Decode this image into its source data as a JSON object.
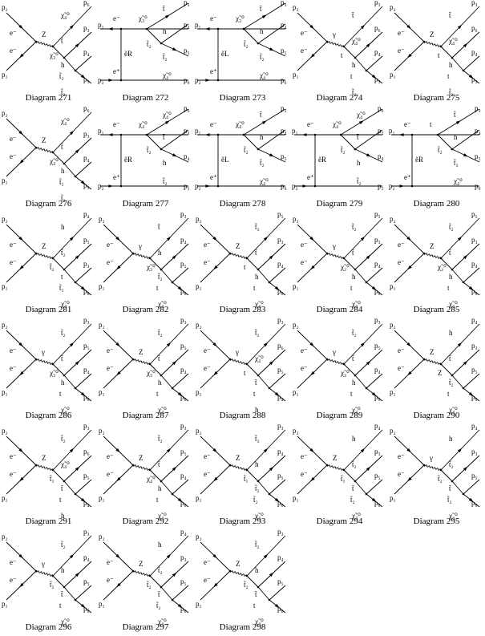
{
  "diagrams": [
    {
      "caption": "Diagram 271",
      "type": "s",
      "boson": "Z",
      "left": [
        "e⁻",
        "e⁻"
      ],
      "ext": [
        "p₁",
        "p₂"
      ],
      "outs": [
        {
          "p": "p₆",
          "part": "χ̃₄⁰"
        },
        {
          "p": "p₃",
          "part": "t̄"
        },
        {
          "p": "p₄",
          "part": "h"
        },
        {
          "p": "p₅",
          "part": "t̃₂"
        }
      ],
      "internal": [
        "χ̃₃⁰",
        "t̃₂"
      ]
    },
    {
      "caption": "Diagram 272",
      "type": "t",
      "prop": "ẽR",
      "left": [
        "e⁻",
        "e⁺"
      ],
      "ext": [
        "p₁",
        "p₂"
      ],
      "outs": [
        {
          "p": "p₃",
          "part": "t̄"
        },
        {
          "p": "p₄",
          "part": "h"
        },
        {
          "p": "p₅",
          "part": "t̃₂"
        },
        {
          "p": "p₆",
          "part": "χ̃₄⁰"
        }
      ],
      "internal": [
        "χ̃₃⁰",
        "t̃₂"
      ]
    },
    {
      "caption": "Diagram 273",
      "type": "t",
      "prop": "ẽL",
      "left": [
        "e⁻",
        "e⁺"
      ],
      "ext": [
        "p₁",
        "p₂"
      ],
      "outs": [
        {
          "p": "p₃",
          "part": "t̄"
        },
        {
          "p": "p₄",
          "part": "h"
        },
        {
          "p": "p₅",
          "part": "t̃₂"
        },
        {
          "p": "p₆",
          "part": "χ̃₄⁰"
        }
      ],
      "internal": [
        "χ̃₃⁰",
        "t̃₂"
      ]
    },
    {
      "caption": "Diagram 274",
      "type": "s",
      "boson": "γ",
      "left": [
        "e⁻",
        "e⁻"
      ],
      "ext": [
        "p₁",
        "p₂"
      ],
      "outs": [
        {
          "p": "p₃",
          "part": "t̄"
        },
        {
          "p": "p₆",
          "part": "χ̃₄⁰"
        },
        {
          "p": "p₄",
          "part": "h"
        },
        {
          "p": "p₅",
          "part": "t̃₂"
        }
      ],
      "internal": [
        "t",
        "t"
      ]
    },
    {
      "caption": "Diagram 275",
      "type": "s",
      "boson": "Z",
      "left": [
        "e⁻",
        "e⁻"
      ],
      "ext": [
        "p₁",
        "p₂"
      ],
      "outs": [
        {
          "p": "p₃",
          "part": "t̄"
        },
        {
          "p": "p₆",
          "part": "χ̃₄⁰"
        },
        {
          "p": "p₄",
          "part": "h"
        },
        {
          "p": "p₅",
          "part": "t̃₂"
        }
      ],
      "internal": [
        "t",
        "t"
      ]
    },
    {
      "caption": "Diagram 276",
      "type": "s",
      "boson": "Z",
      "left": [
        "e⁻",
        "e⁻"
      ],
      "ext": [
        "p₁",
        "p₂"
      ],
      "outs": [
        {
          "p": "p₆",
          "part": "χ̃₄⁰"
        },
        {
          "p": "p₃",
          "part": "t̄"
        },
        {
          "p": "p₄",
          "part": "h"
        },
        {
          "p": "p₅",
          "part": "t̃₂"
        }
      ],
      "internal": [
        "χ̃₄⁰",
        "t̃₁"
      ]
    },
    {
      "caption": "Diagram 277",
      "type": "t",
      "prop": "ẽR",
      "left": [
        "e⁻",
        "e⁺"
      ],
      "ext": [
        "p₁",
        "p₂"
      ],
      "outs": [
        {
          "p": "p₆",
          "part": "χ̃₄⁰"
        },
        {
          "p": "p₃",
          "part": "t̄"
        },
        {
          "p": "p₄",
          "part": "h"
        },
        {
          "p": "p₅",
          "part": "t̃₂"
        }
      ],
      "internal": [
        "χ̃₄⁰",
        "t̃₂"
      ]
    },
    {
      "caption": "Diagram 278",
      "type": "t",
      "prop": "ẽL",
      "left": [
        "e⁻",
        "e⁺"
      ],
      "ext": [
        "p₁",
        "p₂"
      ],
      "outs": [
        {
          "p": "p₃",
          "part": "t̄"
        },
        {
          "p": "p₄",
          "part": "h"
        },
        {
          "p": "p₅",
          "part": "t̃₂"
        },
        {
          "p": "p₆",
          "part": "χ̃₄⁰"
        }
      ],
      "internal": [
        "χ̃₄⁰",
        "t̃₂"
      ]
    },
    {
      "caption": "Diagram 279",
      "type": "t",
      "prop": "ẽR",
      "left": [
        "e⁻",
        "e⁺"
      ],
      "ext": [
        "p₁",
        "p₂"
      ],
      "outs": [
        {
          "p": "p₆",
          "part": "χ̃₄⁰"
        },
        {
          "p": "p₃",
          "part": "t̄"
        },
        {
          "p": "p₄",
          "part": "h"
        },
        {
          "p": "p₅",
          "part": "t̃₂"
        }
      ],
      "internal": [
        "χ̃₄⁰",
        "t̃₂"
      ]
    },
    {
      "caption": "Diagram 280",
      "type": "t",
      "prop": "ẽR",
      "left": [
        "e⁻",
        "e⁺"
      ],
      "ext": [
        "p₁",
        "p₂"
      ],
      "outs": [
        {
          "p": "p₃",
          "part": "t̄"
        },
        {
          "p": "p₄",
          "part": "h"
        },
        {
          "p": "p₅",
          "part": "t̃₂"
        },
        {
          "p": "p₆",
          "part": "χ̃₄⁰"
        }
      ],
      "internal": [
        "t",
        "t̃₂"
      ]
    },
    {
      "caption": "Diagram 281",
      "type": "s",
      "boson": "Z",
      "left": [
        "e⁻",
        "e⁻"
      ],
      "ext": [
        "p₁",
        "p₂"
      ],
      "outs": [
        {
          "p": "p₄",
          "part": "h"
        },
        {
          "p": "p₅",
          "part": "t̃₂"
        },
        {
          "p": "p₃",
          "part": "t"
        },
        {
          "p": "p₆",
          "part": "χ̃₄⁰"
        }
      ],
      "internal": [
        "t̃₂",
        "t̃₁"
      ]
    },
    {
      "caption": "Diagram 282",
      "type": "s",
      "boson": "γ",
      "left": [
        "e⁻",
        "e⁻"
      ],
      "ext": [
        "p₁",
        "p₂"
      ],
      "outs": [
        {
          "p": "p₃",
          "part": "t̄"
        },
        {
          "p": "p₄",
          "part": "h"
        },
        {
          "p": "p₅",
          "part": "t̃₂"
        },
        {
          "p": "p₆",
          "part": "χ̃₄⁰"
        }
      ],
      "internal": [
        "χ̃₃⁰",
        "t"
      ]
    },
    {
      "caption": "Diagram 283",
      "type": "s",
      "boson": "Z",
      "left": [
        "e⁻",
        "e⁻"
      ],
      "ext": [
        "p₁",
        "p₂"
      ],
      "outs": [
        {
          "p": "p₅",
          "part": "t̃₂"
        },
        {
          "p": "p₃",
          "part": "t̄"
        },
        {
          "p": "p₄",
          "part": "h"
        },
        {
          "p": "p₆",
          "part": "χ̃₄⁰"
        }
      ],
      "internal": [
        "t",
        "t"
      ]
    },
    {
      "caption": "Diagram 284",
      "type": "s",
      "boson": "γ",
      "left": [
        "e⁻",
        "e⁻"
      ],
      "ext": [
        "p₁",
        "p₂"
      ],
      "outs": [
        {
          "p": "p₅",
          "part": "t̃₂"
        },
        {
          "p": "p₃",
          "part": "t̄"
        },
        {
          "p": "p₄",
          "part": "h"
        },
        {
          "p": "p₆",
          "part": "χ̃₄⁰"
        }
      ],
      "internal": [
        "χ̃₂⁰",
        "t"
      ]
    },
    {
      "caption": "Diagram 285",
      "type": "s",
      "boson": "Z",
      "left": [
        "e⁻",
        "e⁻"
      ],
      "ext": [
        "p₁",
        "p₂"
      ],
      "outs": [
        {
          "p": "p₅",
          "part": "t̃₂"
        },
        {
          "p": "p₃",
          "part": "t̄"
        },
        {
          "p": "p₄",
          "part": "h"
        },
        {
          "p": "p₆",
          "part": "χ̃₄⁰"
        }
      ],
      "internal": [
        "χ̃₂⁰",
        "t"
      ]
    },
    {
      "caption": "Diagram 286",
      "type": "s",
      "boson": "γ",
      "left": [
        "e⁻",
        "e⁻"
      ],
      "ext": [
        "p₁",
        "p₂"
      ],
      "outs": [
        {
          "p": "p₃",
          "part": "t̃₂"
        },
        {
          "p": "p₅",
          "part": "t̄"
        },
        {
          "p": "p₄",
          "part": "h"
        },
        {
          "p": "p₆",
          "part": "χ̃₄⁰"
        }
      ],
      "internal": [
        "χ̃₃⁰",
        "t"
      ]
    },
    {
      "caption": "Diagram 287",
      "type": "s",
      "boson": "Z",
      "left": [
        "e⁻",
        "e⁻"
      ],
      "ext": [
        "p₁",
        "p₂"
      ],
      "outs": [
        {
          "p": "p₃",
          "part": "t̃₂"
        },
        {
          "p": "p₅",
          "part": "t̄"
        },
        {
          "p": "p₄",
          "part": "h"
        },
        {
          "p": "p₆",
          "part": "χ̃₄⁰"
        }
      ],
      "internal": [
        "χ̃₃⁰",
        "t"
      ]
    },
    {
      "caption": "Diagram 288",
      "type": "s",
      "boson": "γ",
      "left": [
        "e⁻",
        "e⁻"
      ],
      "ext": [
        "p₁",
        "p₂"
      ],
      "outs": [
        {
          "p": "p₃",
          "part": "t̃₂"
        },
        {
          "p": "p₆",
          "part": "χ̃₄⁰"
        },
        {
          "p": "p₅",
          "part": "t̄"
        },
        {
          "p": "p₄",
          "part": "h"
        }
      ],
      "internal": [
        "t",
        "t"
      ]
    },
    {
      "caption": "Diagram 289",
      "type": "s",
      "boson": "γ",
      "left": [
        "e⁻",
        "e⁻"
      ],
      "ext": [
        "p₁",
        "p₂"
      ],
      "outs": [
        {
          "p": "p₃",
          "part": "t̃₂"
        },
        {
          "p": "p₅",
          "part": "t̄"
        },
        {
          "p": "p₄",
          "part": "h"
        },
        {
          "p": "p₆",
          "part": "χ̃₄⁰"
        }
      ],
      "internal": [
        "χ̃₃⁰",
        "t"
      ]
    },
    {
      "caption": "Diagram 290",
      "type": "s",
      "boson": "Z",
      "left": [
        "e⁻",
        "e⁻"
      ],
      "ext": [
        "p₁",
        "p₂"
      ],
      "outs": [
        {
          "p": "p₄",
          "part": "h"
        },
        {
          "p": "p₃",
          "part": "t̄"
        },
        {
          "p": "p₅",
          "part": "t̃₂"
        },
        {
          "p": "p₆",
          "part": "χ̃₄⁰"
        }
      ],
      "internal": [
        "Z",
        "t"
      ]
    },
    {
      "caption": "Diagram 291",
      "type": "s",
      "boson": "Z",
      "left": [
        "e⁻",
        "e⁻"
      ],
      "ext": [
        "p₁",
        "p₂"
      ],
      "outs": [
        {
          "p": "p₃",
          "part": "t̃₂"
        },
        {
          "p": "p₆",
          "part": "χ̃₄⁰"
        },
        {
          "p": "p₅",
          "part": "t̄"
        },
        {
          "p": "p₄",
          "part": "h"
        }
      ],
      "internal": [
        "t̃₁",
        "t"
      ]
    },
    {
      "caption": "Diagram 292",
      "type": "s",
      "boson": "Z",
      "left": [
        "e⁻",
        "e⁻"
      ],
      "ext": [
        "p₁",
        "p₂"
      ],
      "outs": [
        {
          "p": "p₃",
          "part": "t̃₂"
        },
        {
          "p": "p₅",
          "part": "t̄"
        },
        {
          "p": "p₄",
          "part": "h"
        },
        {
          "p": "p₆",
          "part": "χ̃₄⁰"
        }
      ],
      "internal": [
        "χ̃₄⁰",
        "t"
      ]
    },
    {
      "caption": "Diagram 293",
      "type": "s",
      "boson": "Z",
      "left": [
        "e⁻",
        "e⁻"
      ],
      "ext": [
        "p₁",
        "p₂"
      ],
      "outs": [
        {
          "p": "p₃",
          "part": "t̃₂"
        },
        {
          "p": "p₄",
          "part": "h"
        },
        {
          "p": "p₅",
          "part": "t̃₂"
        },
        {
          "p": "p₆",
          "part": "χ̃₄⁰"
        }
      ],
      "internal": [
        "t̃₁",
        "t̃₂"
      ]
    },
    {
      "caption": "Diagram 294",
      "type": "s",
      "boson": "Z",
      "left": [
        "e⁻",
        "e⁻"
      ],
      "ext": [
        "p₁",
        "p₂"
      ],
      "outs": [
        {
          "p": "p₄",
          "part": "h"
        },
        {
          "p": "p₃",
          "part": "t̃₂"
        },
        {
          "p": "p₅",
          "part": "t̄"
        },
        {
          "p": "p₆",
          "part": "χ̃₄⁰"
        }
      ],
      "internal": [
        "t̃₁",
        "t̃₂"
      ]
    },
    {
      "caption": "Diagram 295",
      "type": "s",
      "boson": "γ",
      "left": [
        "e⁻",
        "e⁻"
      ],
      "ext": [
        "p₁",
        "p₂"
      ],
      "outs": [
        {
          "p": "p₄",
          "part": "h"
        },
        {
          "p": "p₃",
          "part": "t̃₂"
        },
        {
          "p": "p₅",
          "part": "t̄"
        },
        {
          "p": "p₆",
          "part": "χ̃₄⁰"
        }
      ],
      "internal": [
        "t̃₂",
        "t̃₂"
      ]
    },
    {
      "caption": "Diagram 296",
      "type": "s",
      "boson": "γ",
      "left": [
        "e⁻",
        "e⁻"
      ],
      "ext": [
        "p₁",
        "p₂"
      ],
      "outs": [
        {
          "p": "p₃",
          "part": "t̃₂"
        },
        {
          "p": "p₄",
          "part": "h"
        },
        {
          "p": "p₅",
          "part": "t̄"
        },
        {
          "p": "p₆",
          "part": "χ̃₄⁰"
        }
      ],
      "internal": [
        "t̃₂",
        "t"
      ]
    },
    {
      "caption": "Diagram 297",
      "type": "s",
      "boson": "Z",
      "left": [
        "e⁻",
        "e⁻"
      ],
      "ext": [
        "p₁",
        "p₂"
      ],
      "outs": [
        {
          "p": "p₄",
          "part": "h"
        },
        {
          "p": "p₃",
          "part": "t̃₂"
        },
        {
          "p": "p₅",
          "part": "t̄"
        },
        {
          "p": "p₆",
          "part": "χ̃₄⁰"
        }
      ],
      "internal": [
        "t̃₂",
        "t̃₂"
      ]
    },
    {
      "caption": "Diagram 298",
      "type": "s",
      "boson": "Z",
      "left": [
        "e⁻",
        "e⁻"
      ],
      "ext": [
        "p₁",
        "p₂"
      ],
      "outs": [
        {
          "p": "p₃",
          "part": "t̃₂"
        },
        {
          "p": "p₄",
          "part": "h"
        },
        {
          "p": "p₅",
          "part": "t̄"
        },
        {
          "p": "p₆",
          "part": "χ̃₄⁰"
        }
      ],
      "internal": [
        "t̃₂",
        "t"
      ]
    }
  ]
}
